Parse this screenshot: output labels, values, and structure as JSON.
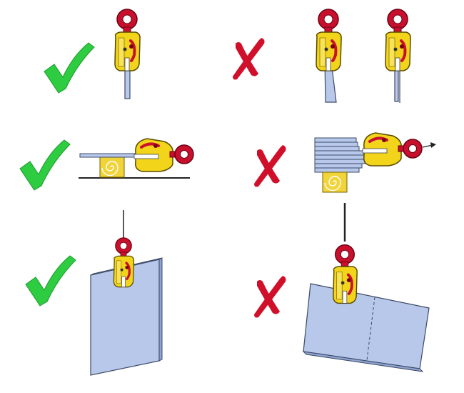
{
  "diagram": {
    "title": "",
    "rows": [
      {
        "row": "vertical-lift-plate-thickness",
        "correct": {
          "verdict": "correct",
          "symbol": "check-mark"
        },
        "incorrect": {
          "verdict": "incorrect",
          "symbol": "x-mark"
        }
      },
      {
        "row": "horizontal-lift-plate-stack",
        "correct": {
          "verdict": "correct",
          "symbol": "check-mark"
        },
        "incorrect": {
          "verdict": "incorrect",
          "symbol": "x-mark"
        }
      },
      {
        "row": "lifting-point-position",
        "correct": {
          "verdict": "correct",
          "symbol": "check-mark"
        },
        "incorrect": {
          "verdict": "incorrect",
          "symbol": "x-mark"
        }
      }
    ]
  },
  "colors": {
    "check": "#2ecc40",
    "cross": "#d0102a",
    "clamp_body": "#f2d41a",
    "clamp_ring": "#c8102e",
    "plate": "#b7c8ea",
    "plate_edge": "#3d4a66",
    "block": "#f0d43a",
    "line": "#222222"
  },
  "icons": [
    "check-icon",
    "cross-icon",
    "lifting-clamp-icon",
    "steel-plate-icon",
    "support-block-icon"
  ]
}
